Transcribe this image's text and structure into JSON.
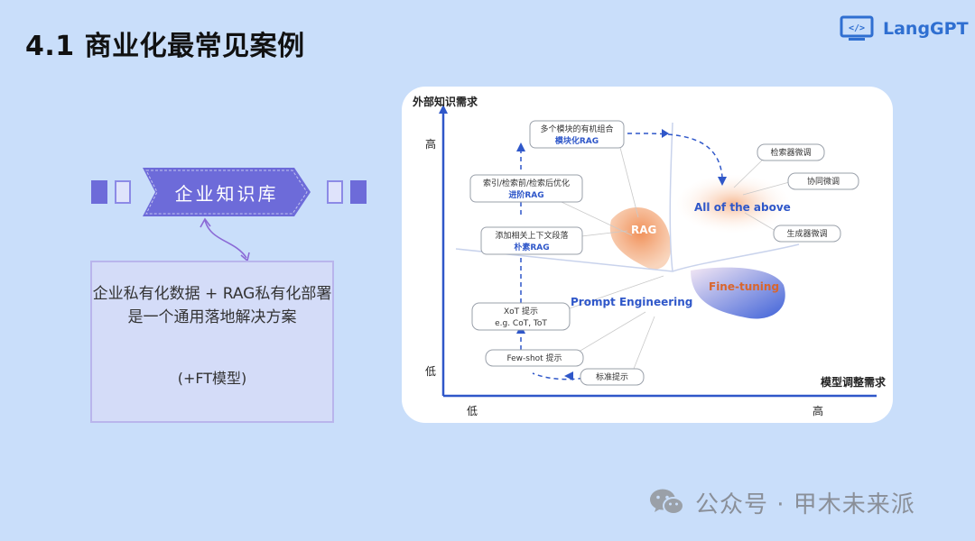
{
  "header": {
    "title": "4.1 商业化最常见案例",
    "logo_text": "LangGPT",
    "logo_glyph": "</>"
  },
  "left_panel": {
    "banner_label": "企业知识库",
    "description": "企业私有化数据 + RAG私有化部署是一个通用落地解决方案",
    "note": "(+FT模型)"
  },
  "diagram": {
    "y_axis_label": "外部知识需求",
    "x_axis_label": "模型调整需求",
    "y_high": "高",
    "y_low": "低",
    "x_low": "低",
    "x_high": "高",
    "nodes": {
      "standard_prompt": "标准提示",
      "few_shot": "Few-shot 提示",
      "xot_line1": "XoT 提示",
      "xot_line2": "e.g. CoT, ToT",
      "naive_rag_line1": "添加相关上下文段落",
      "naive_rag_line2": "朴素RAG",
      "advanced_rag_line1": "索引/检索前/检索后优化",
      "advanced_rag_line2": "进阶RAG",
      "modular_rag_line1": "多个模块的有机组合",
      "modular_rag_line2": "模块化RAG",
      "retriever_ft": "检索器微调",
      "collab_ft": "协同微调",
      "generator_ft": "生成器微调"
    },
    "regions": {
      "prompt_engineering": "Prompt Engineering",
      "rag": "RAG",
      "fine_tuning": "Fine-tuning",
      "all_above": "All of the above"
    }
  },
  "footer": {
    "text": "公众号 · 甲木未来派"
  },
  "colors": {
    "background": "#c9defa",
    "banner": "#6d6bd9",
    "accent_blue": "#2f57c9",
    "rag_orange": "#f2b48c",
    "logo_blue": "#2f6fd1"
  }
}
